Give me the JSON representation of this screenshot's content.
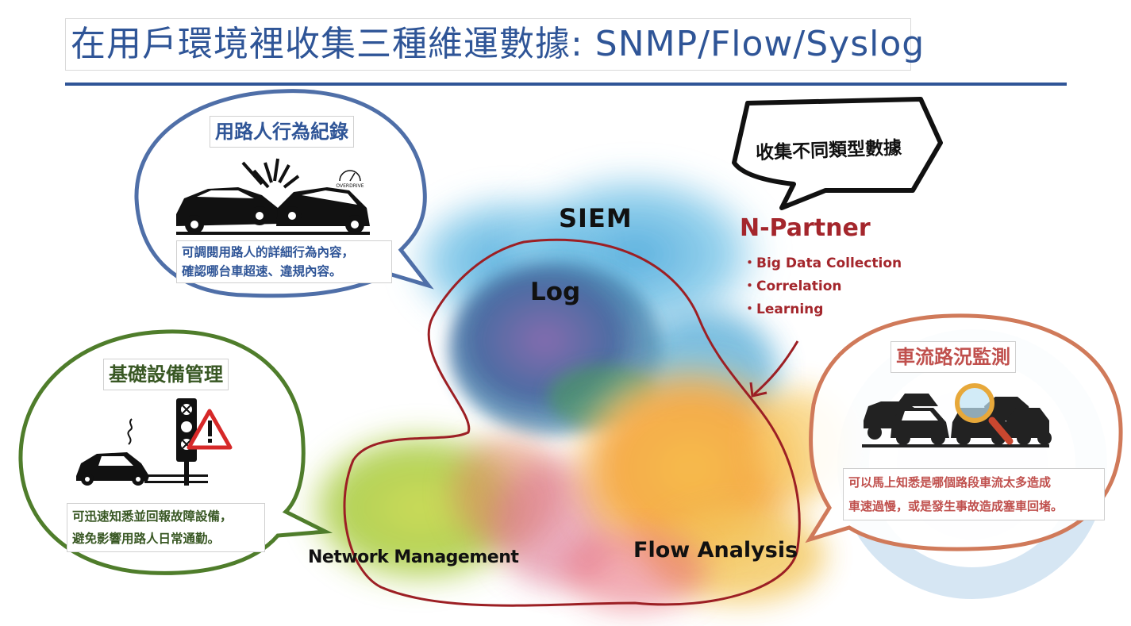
{
  "slide": {
    "title": "在用戶環境裡收集三種維運數據: SNMP/Flow/Syslog"
  },
  "bubble_user": {
    "title": "用路人行為紀錄",
    "text_line1": "可調閱用路人的詳細行為內容，",
    "text_line2": "確認哪台車超速、違規內容。",
    "overdrive_label": "OVERDRIVE",
    "color": "#4f6fa8"
  },
  "bubble_infra": {
    "title": "基礎設備管理",
    "text_line1": "可迅速知悉並回報故障設備，",
    "text_line2": "避免影響用路人日常通勤。",
    "color": "#4f7d2b"
  },
  "bubble_traffic": {
    "title": "車流路況監測",
    "text_line1": "可以馬上知悉是哪個路段車流太多造成",
    "text_line2": "車速過慢，或是發生事故造成塞車回堵。",
    "color": "#d07a5a",
    "text_color": "#c0504d"
  },
  "callout": {
    "text": "收集不同類型數據"
  },
  "npartner": {
    "name": "N-Partner",
    "features": [
      "Big Data Collection",
      "Correlation",
      "Learning"
    ],
    "bullet": "・",
    "color": "#a4262c"
  },
  "map_labels": {
    "siem": "SIEM",
    "log": "Log",
    "network_management": "Network Management",
    "flow_analysis": "Flow Analysis"
  },
  "colors": {
    "title": "#2f5597",
    "outline_red": "#9c1f24",
    "dark": "#1a1a1a"
  }
}
